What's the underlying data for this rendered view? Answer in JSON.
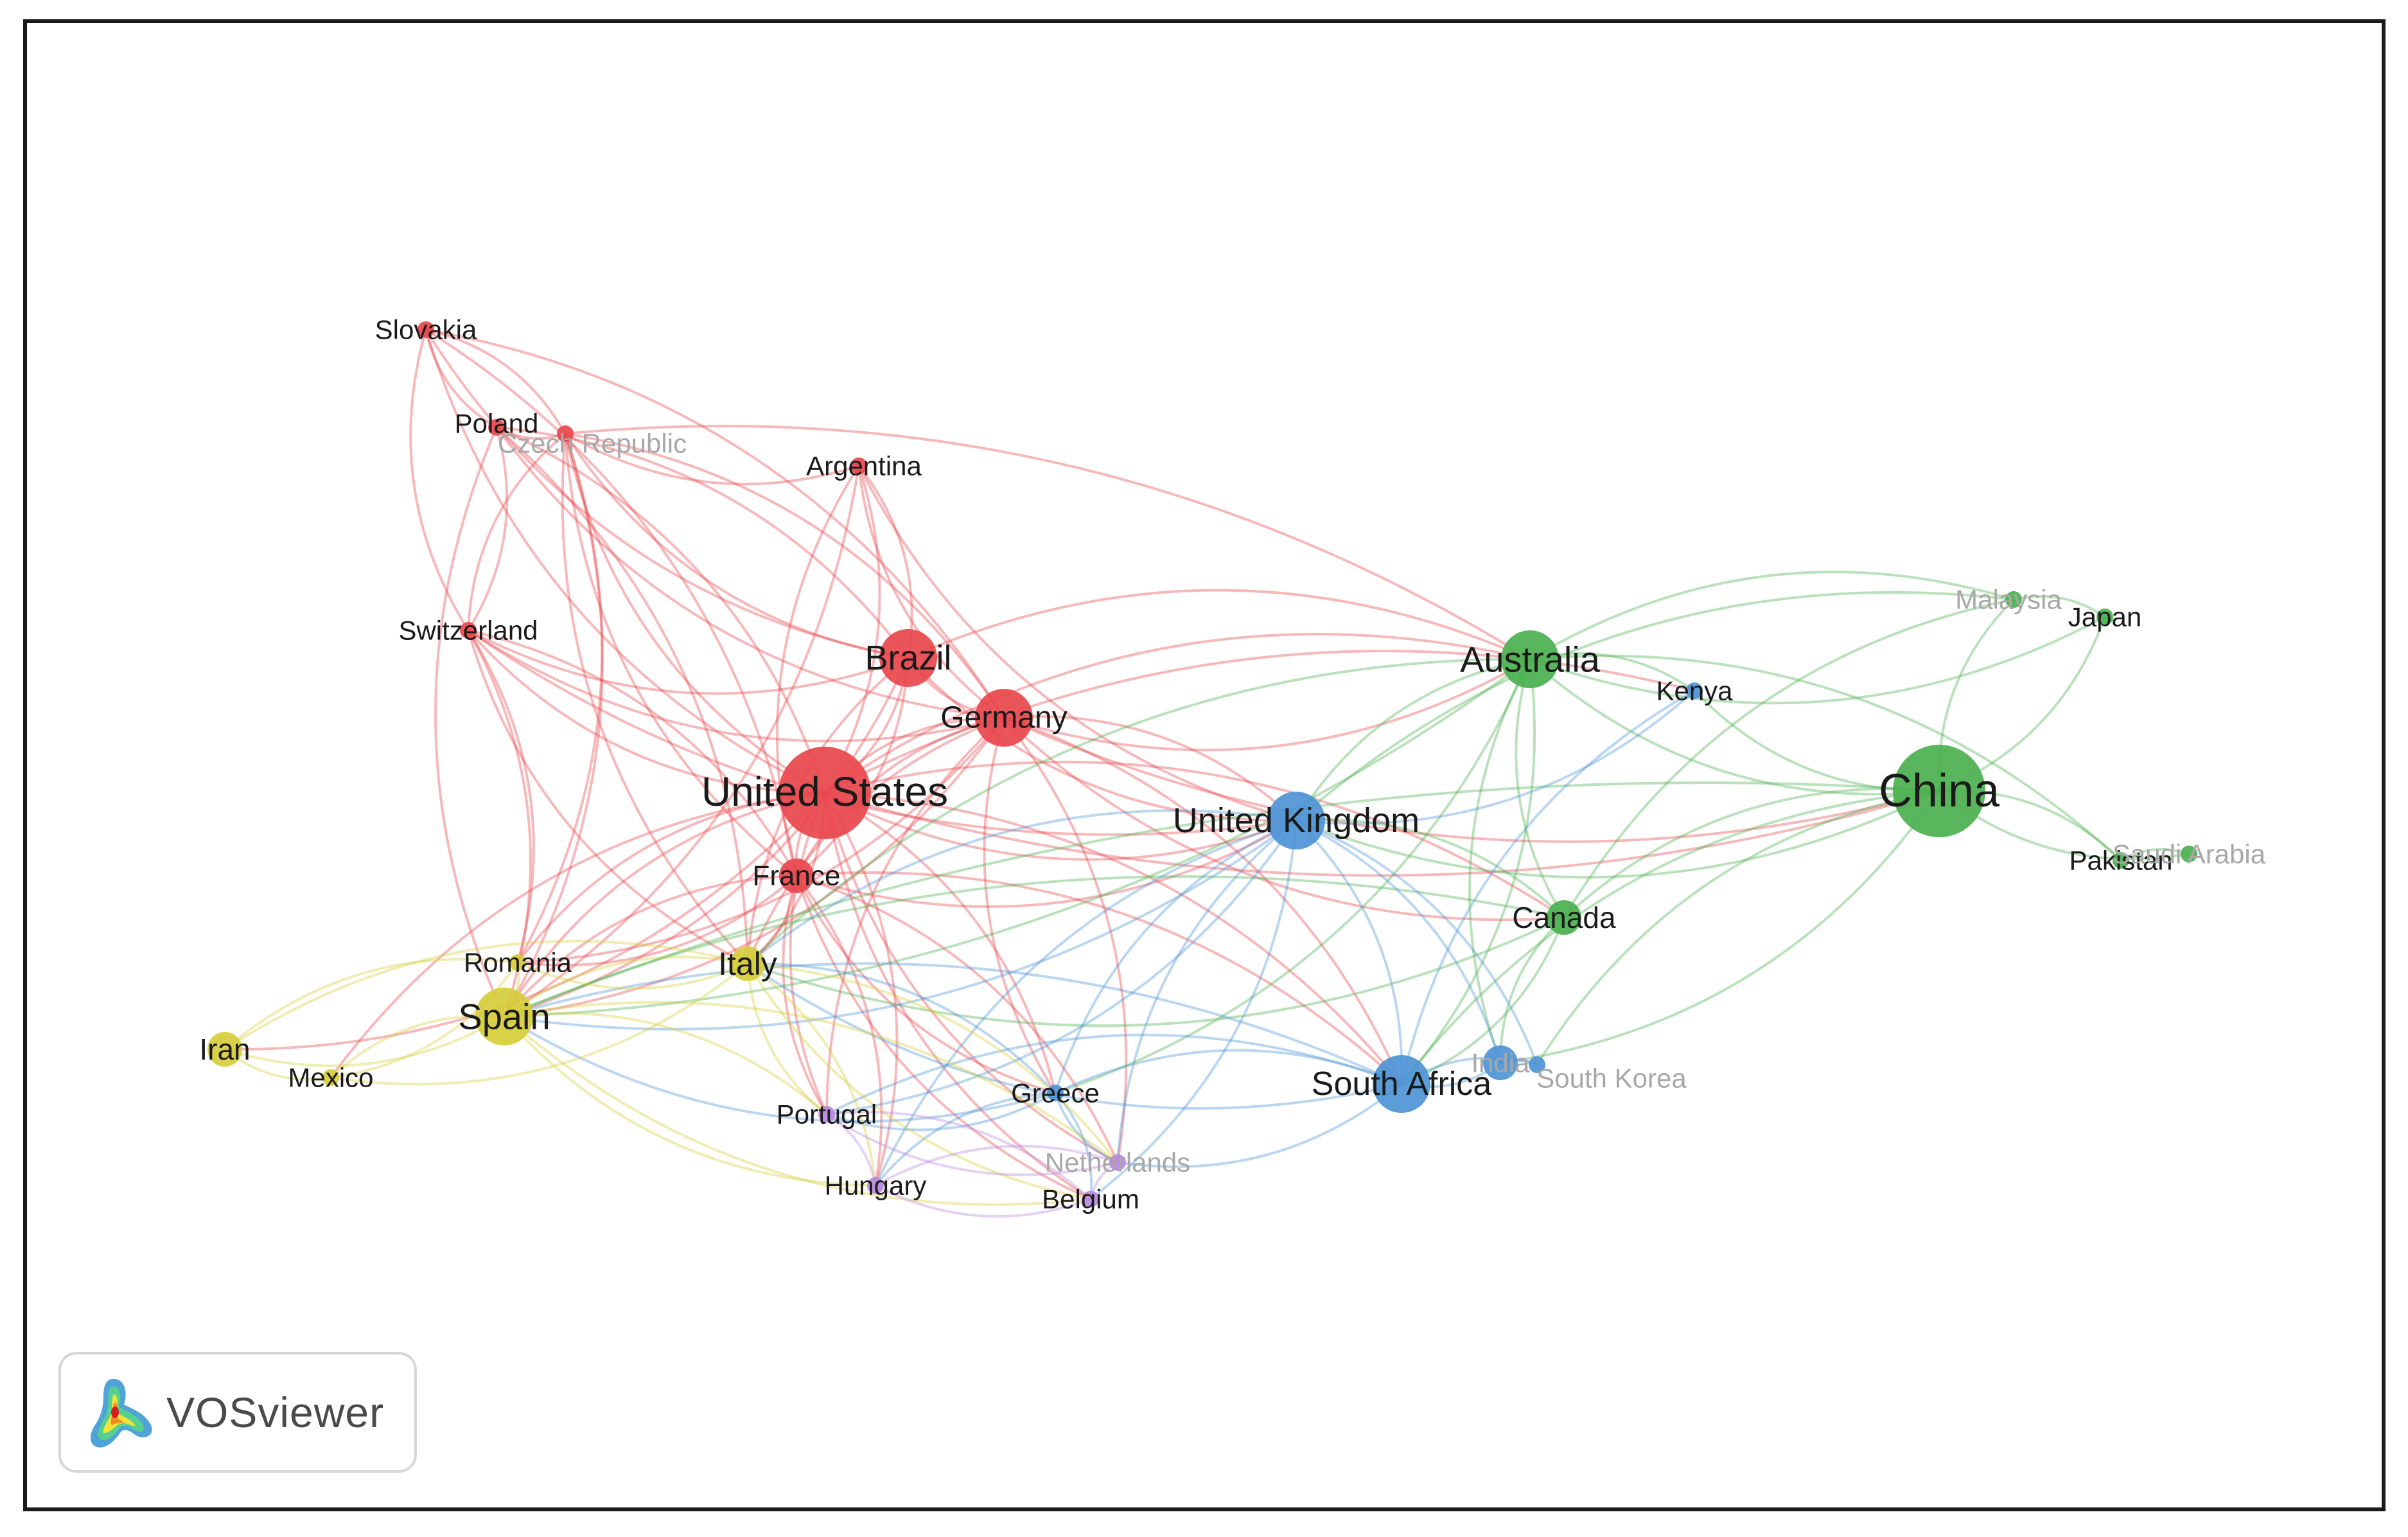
{
  "diagram": {
    "nodes": [
      {
        "id": "united-states",
        "label": "United States",
        "cluster": "red",
        "weight": 5
      },
      {
        "id": "brazil",
        "label": "Brazil",
        "cluster": "red",
        "weight": 3
      },
      {
        "id": "germany",
        "label": "Germany",
        "cluster": "red",
        "weight": 3
      },
      {
        "id": "france",
        "label": "France",
        "cluster": "red",
        "weight": 2
      },
      {
        "id": "slovakia",
        "label": "Slovakia",
        "cluster": "red",
        "weight": 1
      },
      {
        "id": "poland",
        "label": "Poland",
        "cluster": "red",
        "weight": 1
      },
      {
        "id": "czech-republic",
        "label": "Czech Republic",
        "cluster": "red",
        "weight": 1,
        "faded": true
      },
      {
        "id": "argentina",
        "label": "Argentina",
        "cluster": "red",
        "weight": 1
      },
      {
        "id": "switzerland",
        "label": "Switzerland",
        "cluster": "red",
        "weight": 1
      },
      {
        "id": "china",
        "label": "China",
        "cluster": "green",
        "weight": 5
      },
      {
        "id": "australia",
        "label": "Australia",
        "cluster": "green",
        "weight": 3
      },
      {
        "id": "canada",
        "label": "Canada",
        "cluster": "green",
        "weight": 2
      },
      {
        "id": "malaysia",
        "label": "Malaysia",
        "cluster": "green",
        "weight": 1,
        "faded": true
      },
      {
        "id": "japan",
        "label": "Japan",
        "cluster": "green",
        "weight": 1
      },
      {
        "id": "pakistan",
        "label": "Pakistan",
        "cluster": "green",
        "weight": 1
      },
      {
        "id": "saudi-arabia",
        "label": "Saudi Arabia",
        "cluster": "green",
        "weight": 1,
        "faded": true
      },
      {
        "id": "united-kingdom",
        "label": "United Kingdom",
        "cluster": "blue",
        "weight": 3
      },
      {
        "id": "south-africa",
        "label": "South Africa",
        "cluster": "blue",
        "weight": 3
      },
      {
        "id": "kenya",
        "label": "Kenya",
        "cluster": "blue",
        "weight": 1
      },
      {
        "id": "india",
        "label": "India",
        "cluster": "blue",
        "weight": 2,
        "faded": true
      },
      {
        "id": "south-korea",
        "label": "South Korea",
        "cluster": "blue",
        "weight": 1,
        "faded": true
      },
      {
        "id": "greece",
        "label": "Greece",
        "cluster": "blue",
        "weight": 1
      },
      {
        "id": "spain",
        "label": "Spain",
        "cluster": "yellow",
        "weight": 3
      },
      {
        "id": "italy",
        "label": "Italy",
        "cluster": "yellow",
        "weight": 2
      },
      {
        "id": "romania",
        "label": "Romania",
        "cluster": "yellow",
        "weight": 1
      },
      {
        "id": "iran",
        "label": "Iran",
        "cluster": "yellow",
        "weight": 2
      },
      {
        "id": "mexico",
        "label": "Mexico",
        "cluster": "yellow",
        "weight": 1
      },
      {
        "id": "portugal",
        "label": "Portugal",
        "cluster": "purple",
        "weight": 1
      },
      {
        "id": "hungary",
        "label": "Hungary",
        "cluster": "purple",
        "weight": 1
      },
      {
        "id": "netherlands",
        "label": "Netherlands",
        "cluster": "purple",
        "weight": 1,
        "faded": true
      },
      {
        "id": "belgium",
        "label": "Belgium",
        "cluster": "purple",
        "weight": 1
      }
    ],
    "edges": [
      [
        "united-states",
        "brazil"
      ],
      [
        "united-states",
        "germany"
      ],
      [
        "united-states",
        "france"
      ],
      [
        "united-states",
        "slovakia"
      ],
      [
        "united-states",
        "poland"
      ],
      [
        "united-states",
        "czech-republic"
      ],
      [
        "united-states",
        "argentina"
      ],
      [
        "united-states",
        "switzerland"
      ],
      [
        "united-states",
        "china"
      ],
      [
        "united-states",
        "australia"
      ],
      [
        "united-states",
        "united-kingdom"
      ],
      [
        "united-states",
        "south-africa"
      ],
      [
        "united-states",
        "spain"
      ],
      [
        "united-states",
        "italy"
      ],
      [
        "united-states",
        "romania"
      ],
      [
        "united-states",
        "canada"
      ],
      [
        "united-states",
        "portugal"
      ],
      [
        "united-states",
        "greece"
      ],
      [
        "united-states",
        "netherlands"
      ],
      [
        "united-states",
        "iran"
      ],
      [
        "united-states",
        "mexico"
      ],
      [
        "united-states",
        "hungary"
      ],
      [
        "united-states",
        "belgium"
      ],
      [
        "united-states",
        "kenya"
      ],
      [
        "brazil",
        "germany"
      ],
      [
        "brazil",
        "france"
      ],
      [
        "brazil",
        "argentina"
      ],
      [
        "brazil",
        "switzerland"
      ],
      [
        "brazil",
        "poland"
      ],
      [
        "brazil",
        "australia"
      ],
      [
        "brazil",
        "united-kingdom"
      ],
      [
        "brazil",
        "spain"
      ],
      [
        "brazil",
        "italy"
      ],
      [
        "brazil",
        "czech-republic"
      ],
      [
        "germany",
        "france"
      ],
      [
        "germany",
        "argentina"
      ],
      [
        "germany",
        "czech-republic"
      ],
      [
        "germany",
        "poland"
      ],
      [
        "germany",
        "australia"
      ],
      [
        "germany",
        "united-kingdom"
      ],
      [
        "germany",
        "china"
      ],
      [
        "germany",
        "spain"
      ],
      [
        "germany",
        "italy"
      ],
      [
        "germany",
        "south-africa"
      ],
      [
        "germany",
        "greece"
      ],
      [
        "germany",
        "netherlands"
      ],
      [
        "germany",
        "portugal"
      ],
      [
        "germany",
        "switzerland"
      ],
      [
        "germany",
        "canada"
      ],
      [
        "germany",
        "romania"
      ],
      [
        "france",
        "spain"
      ],
      [
        "france",
        "italy"
      ],
      [
        "france",
        "switzerland"
      ],
      [
        "france",
        "czech-republic"
      ],
      [
        "france",
        "united-kingdom"
      ],
      [
        "france",
        "south-africa"
      ],
      [
        "france",
        "portugal"
      ],
      [
        "france",
        "hungary"
      ],
      [
        "france",
        "greece"
      ],
      [
        "france",
        "romania"
      ],
      [
        "france",
        "belgium"
      ],
      [
        "france",
        "netherlands"
      ],
      [
        "slovakia",
        "poland"
      ],
      [
        "slovakia",
        "czech-republic"
      ],
      [
        "slovakia",
        "brazil"
      ],
      [
        "slovakia",
        "germany"
      ],
      [
        "slovakia",
        "switzerland"
      ],
      [
        "slovakia",
        "france"
      ],
      [
        "poland",
        "czech-republic"
      ],
      [
        "poland",
        "switzerland"
      ],
      [
        "poland",
        "spain"
      ],
      [
        "poland",
        "italy"
      ],
      [
        "czech-republic",
        "argentina"
      ],
      [
        "czech-republic",
        "australia"
      ],
      [
        "czech-republic",
        "switzerland"
      ],
      [
        "czech-republic",
        "spain"
      ],
      [
        "czech-republic",
        "italy"
      ],
      [
        "czech-republic",
        "romania"
      ],
      [
        "argentina",
        "united-kingdom"
      ],
      [
        "argentina",
        "spain"
      ],
      [
        "argentina",
        "france"
      ],
      [
        "switzerland",
        "spain"
      ],
      [
        "switzerland",
        "italy"
      ],
      [
        "switzerland",
        "romania"
      ],
      [
        "switzerland",
        "united-kingdom"
      ],
      [
        "china",
        "australia"
      ],
      [
        "china",
        "canada"
      ],
      [
        "china",
        "pakistan"
      ],
      [
        "china",
        "saudi-arabia"
      ],
      [
        "china",
        "malaysia"
      ],
      [
        "china",
        "japan"
      ],
      [
        "china",
        "united-kingdom"
      ],
      [
        "china",
        "south-africa"
      ],
      [
        "china",
        "india"
      ],
      [
        "china",
        "south-korea"
      ],
      [
        "china",
        "kenya"
      ],
      [
        "china",
        "spain"
      ],
      [
        "australia",
        "kenya"
      ],
      [
        "australia",
        "united-kingdom"
      ],
      [
        "australia",
        "south-africa"
      ],
      [
        "australia",
        "canada"
      ],
      [
        "australia",
        "malaysia"
      ],
      [
        "australia",
        "japan"
      ],
      [
        "australia",
        "pakistan"
      ],
      [
        "australia",
        "india"
      ],
      [
        "australia",
        "spain"
      ],
      [
        "australia",
        "italy"
      ],
      [
        "australia",
        "greece"
      ],
      [
        "canada",
        "united-kingdom"
      ],
      [
        "canada",
        "south-africa"
      ],
      [
        "canada",
        "india"
      ],
      [
        "canada",
        "malaysia"
      ],
      [
        "canada",
        "spain"
      ],
      [
        "canada",
        "italy"
      ],
      [
        "japan",
        "malaysia"
      ],
      [
        "pakistan",
        "saudi-arabia"
      ],
      [
        "malaysia",
        "united-kingdom"
      ],
      [
        "united-kingdom",
        "south-africa"
      ],
      [
        "united-kingdom",
        "kenya"
      ],
      [
        "united-kingdom",
        "india"
      ],
      [
        "united-kingdom",
        "greece"
      ],
      [
        "united-kingdom",
        "spain"
      ],
      [
        "united-kingdom",
        "italy"
      ],
      [
        "united-kingdom",
        "portugal"
      ],
      [
        "united-kingdom",
        "netherlands"
      ],
      [
        "united-kingdom",
        "belgium"
      ],
      [
        "united-kingdom",
        "hungary"
      ],
      [
        "united-kingdom",
        "south-korea"
      ],
      [
        "south-africa",
        "india"
      ],
      [
        "south-africa",
        "south-korea"
      ],
      [
        "south-africa",
        "greece"
      ],
      [
        "south-africa",
        "netherlands"
      ],
      [
        "south-africa",
        "spain"
      ],
      [
        "south-africa",
        "italy"
      ],
      [
        "south-africa",
        "portugal"
      ],
      [
        "india",
        "south-korea"
      ],
      [
        "kenya",
        "south-africa"
      ],
      [
        "greece",
        "portugal"
      ],
      [
        "greece",
        "netherlands"
      ],
      [
        "greece",
        "belgium"
      ],
      [
        "greece",
        "italy"
      ],
      [
        "greece",
        "spain"
      ],
      [
        "greece",
        "hungary"
      ],
      [
        "spain",
        "italy"
      ],
      [
        "spain",
        "romania"
      ],
      [
        "spain",
        "iran"
      ],
      [
        "spain",
        "mexico"
      ],
      [
        "spain",
        "portugal"
      ],
      [
        "spain",
        "hungary"
      ],
      [
        "spain",
        "netherlands"
      ],
      [
        "spain",
        "belgium"
      ],
      [
        "italy",
        "romania"
      ],
      [
        "italy",
        "iran"
      ],
      [
        "italy",
        "mexico"
      ],
      [
        "italy",
        "portugal"
      ],
      [
        "italy",
        "hungary"
      ],
      [
        "italy",
        "belgium"
      ],
      [
        "italy",
        "netherlands"
      ],
      [
        "romania",
        "iran"
      ],
      [
        "romania",
        "mexico"
      ],
      [
        "iran",
        "mexico"
      ],
      [
        "portugal",
        "hungary"
      ],
      [
        "portugal",
        "netherlands"
      ],
      [
        "portugal",
        "belgium"
      ],
      [
        "hungary",
        "belgium"
      ],
      [
        "hungary",
        "netherlands"
      ],
      [
        "netherlands",
        "belgium"
      ]
    ],
    "colors": {
      "red": "#e8474c",
      "green": "#4bb04f",
      "blue": "#4d94d6",
      "yellow": "#d6cd3a",
      "purple": "#b989dc"
    },
    "label_color": "#1a1a1a",
    "faded_label_color": "#a8a8a8"
  },
  "brand": {
    "name": "VOSviewer",
    "logo_icon": "vosviewer-density-logo-icon"
  }
}
